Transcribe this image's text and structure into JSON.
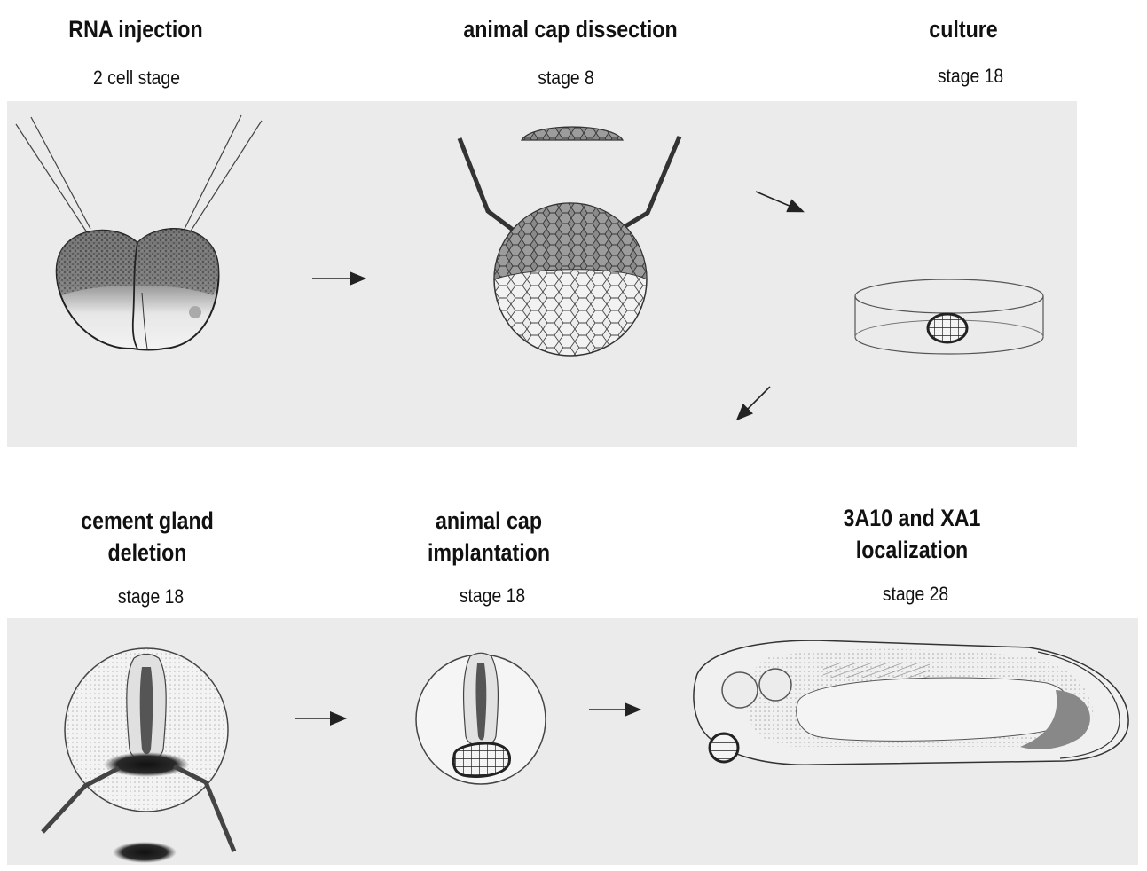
{
  "steps": [
    {
      "title": "RNA injection",
      "stage": "2 cell stage"
    },
    {
      "title": "animal cap dissection",
      "stage": "stage 8"
    },
    {
      "title": "culture",
      "stage": "stage 18"
    },
    {
      "title": "cement gland\ndeletion",
      "stage": "stage 18"
    },
    {
      "title": "animal cap\nimplantation",
      "stage": "stage 18"
    },
    {
      "title": "3A10 and XA1\nlocalization",
      "stage": "stage 28"
    }
  ]
}
